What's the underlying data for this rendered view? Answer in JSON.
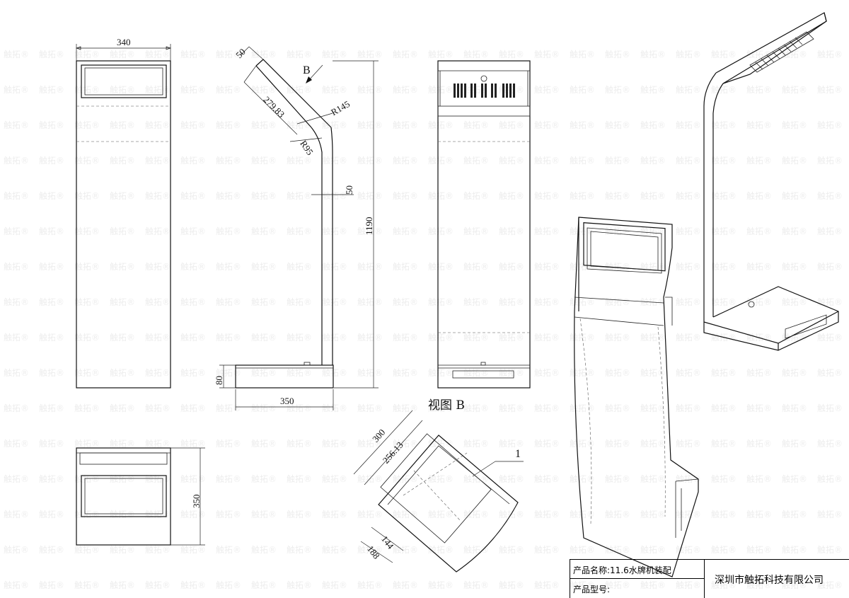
{
  "drawing": {
    "watermark": "触拓®",
    "dimensions": {
      "front_width": "340",
      "side_panel_top": "50",
      "side_length": "279.83",
      "radius_outer": "R145",
      "radius_inner": "R95",
      "side_thickness": "50",
      "overall_height": "1190",
      "base_height": "80",
      "base_depth": "350",
      "plan_depth": "350",
      "detail_outer": "300",
      "detail_inner": "256.13",
      "detail_w1": "144",
      "detail_w2": "188"
    },
    "labels": {
      "view_arrow": "B",
      "view_b": "视图 B",
      "callout": "1"
    }
  },
  "title_block": {
    "product_name": "产品名称:11.6水牌机装配",
    "product_model": "产品型号:",
    "company": "深圳市触拓科技有限公司"
  }
}
